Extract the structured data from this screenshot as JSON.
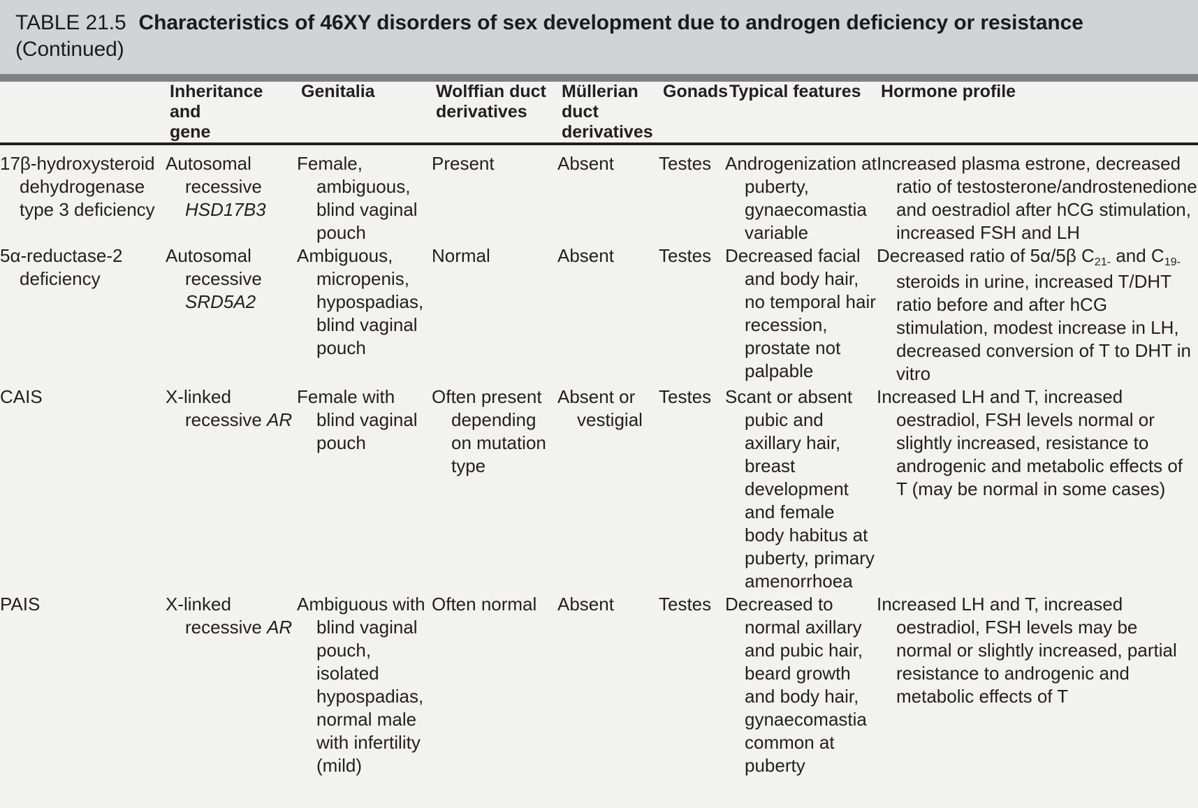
{
  "title": {
    "label": "TABLE 21.5",
    "main": "Characteristics of 46XY disorders of sex development due to androgen deficiency or resistance",
    "continued": "(Continued)"
  },
  "columns": [
    {
      "key": "disorder",
      "label": ""
    },
    {
      "key": "inheritance",
      "label": "Inheritance and gene"
    },
    {
      "key": "genitalia",
      "label": "Genitalia"
    },
    {
      "key": "wolffian",
      "label": "Wolffian duct derivatives"
    },
    {
      "key": "mullerian",
      "label": "Müllerian duct derivatives"
    },
    {
      "key": "gonads",
      "label": "Gonads"
    },
    {
      "key": "features",
      "label": "Typical features"
    },
    {
      "key": "hormone",
      "label": "Hormone profile"
    }
  ],
  "header_lines": {
    "inheritance": [
      "Inheritance and",
      "gene"
    ],
    "genitalia": [
      "Genitalia"
    ],
    "wolffian": [
      "Wolffian duct",
      "derivatives"
    ],
    "mullerian": [
      "Müllerian",
      "duct",
      "derivatives"
    ],
    "gonads": [
      "Gonads"
    ],
    "features": [
      "Typical features"
    ],
    "hormone": [
      "Hormone profile"
    ]
  },
  "rows": [
    {
      "disorder": "17β-hydroxysteroid dehydrogenase type 3 deficiency",
      "disorder_plain": "17β-",
      "inheritance": "Autosomal recessive",
      "gene": "HSD17B3",
      "genitalia": "Female, ambiguous, blind vaginal pouch",
      "wolffian": "Present",
      "mullerian": "Absent",
      "gonads": "Testes",
      "features": "Androgenization at puberty, gynaecomastia variable",
      "hormone": "Increased plasma estrone, decreased ratio of testosterone/androstenedione and oestradiol after hCG stimulation, increased FSH and LH"
    },
    {
      "disorder": "5α-reductase-2 deficiency",
      "inheritance": "Autosomal recessive",
      "gene": "SRD5A2",
      "genitalia": "Ambiguous, micropenis, hypospadias, blind vaginal pouch",
      "wolffian": "Normal",
      "mullerian": "Absent",
      "gonads": "Testes",
      "features": "Decreased facial and body hair, no temporal hair recession, prostate not palpable",
      "hormone": "Decreased ratio of 5α/5β C21- and C19- steroids in urine, increased T/DHT ratio before and after hCG stimulation, modest increase in LH, decreased conversion of T to DHT in vitro",
      "hormone_parts": [
        {
          "t": "Decreased ratio of 5α/5β C"
        },
        {
          "sub": "21-"
        },
        {
          "t": " and C"
        },
        {
          "sub": "19-"
        },
        {
          "t": " steroids in urine, increased T/DHT ratio before and after hCG stimulation, modest increase in LH, decreased conversion of T to DHT in vitro"
        }
      ]
    },
    {
      "disorder": "CAIS",
      "inheritance": "X-linked recessive",
      "gene": "AR",
      "genitalia": "Female with blind vaginal pouch",
      "wolffian": "Often present depending on mutation type",
      "mullerian": "Absent or vestigial",
      "gonads": "Testes",
      "features": "Scant or absent pubic and axillary hair, breast development and female body habitus at puberty, primary amenorrhoea",
      "hormone": "Increased LH and T, increased oestradiol, FSH levels normal or slightly increased, resistance to androgenic and metabolic effects of T (may be normal in some cases)"
    },
    {
      "disorder": "PAIS",
      "inheritance": "X-linked recessive",
      "gene": "AR",
      "genitalia": "Ambiguous with blind vaginal pouch, isolated hypospadias, normal male with infertility (mild)",
      "wolffian": "Often normal",
      "mullerian": "Absent",
      "gonads": "Testes",
      "features": "Decreased to normal axillary and pubic hair, beard growth and body hair, gynaecomastia common at puberty",
      "hormone": "Increased LH and T, increased oestradiol, FSH levels may be normal or slightly increased, partial resistance to androgenic and metabolic effects of T"
    }
  ],
  "colors": {
    "title_band": "#d2d3d5",
    "rule": "#808184",
    "page": "#f2f2f0",
    "text": "#231f20"
  }
}
